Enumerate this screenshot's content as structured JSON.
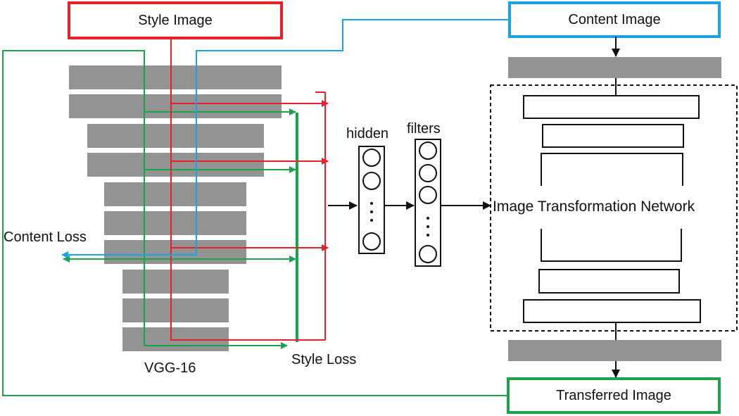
{
  "diagram": {
    "style_image_label": "Style Image",
    "content_image_label": "Content  Image",
    "transferred_image_label": "Transferred Image",
    "content_loss_label": "Content Loss",
    "style_loss_label": "Style Loss",
    "vgg_label": "VGG-16",
    "hidden_label": "hidden",
    "filters_label": "filters",
    "itn_label": "Image Transformation Network"
  },
  "colors": {
    "style": "#e8202a",
    "content": "#1aa3df",
    "loss": "#1aa34a",
    "gray_block": "#939393",
    "arrow": "#111111"
  }
}
